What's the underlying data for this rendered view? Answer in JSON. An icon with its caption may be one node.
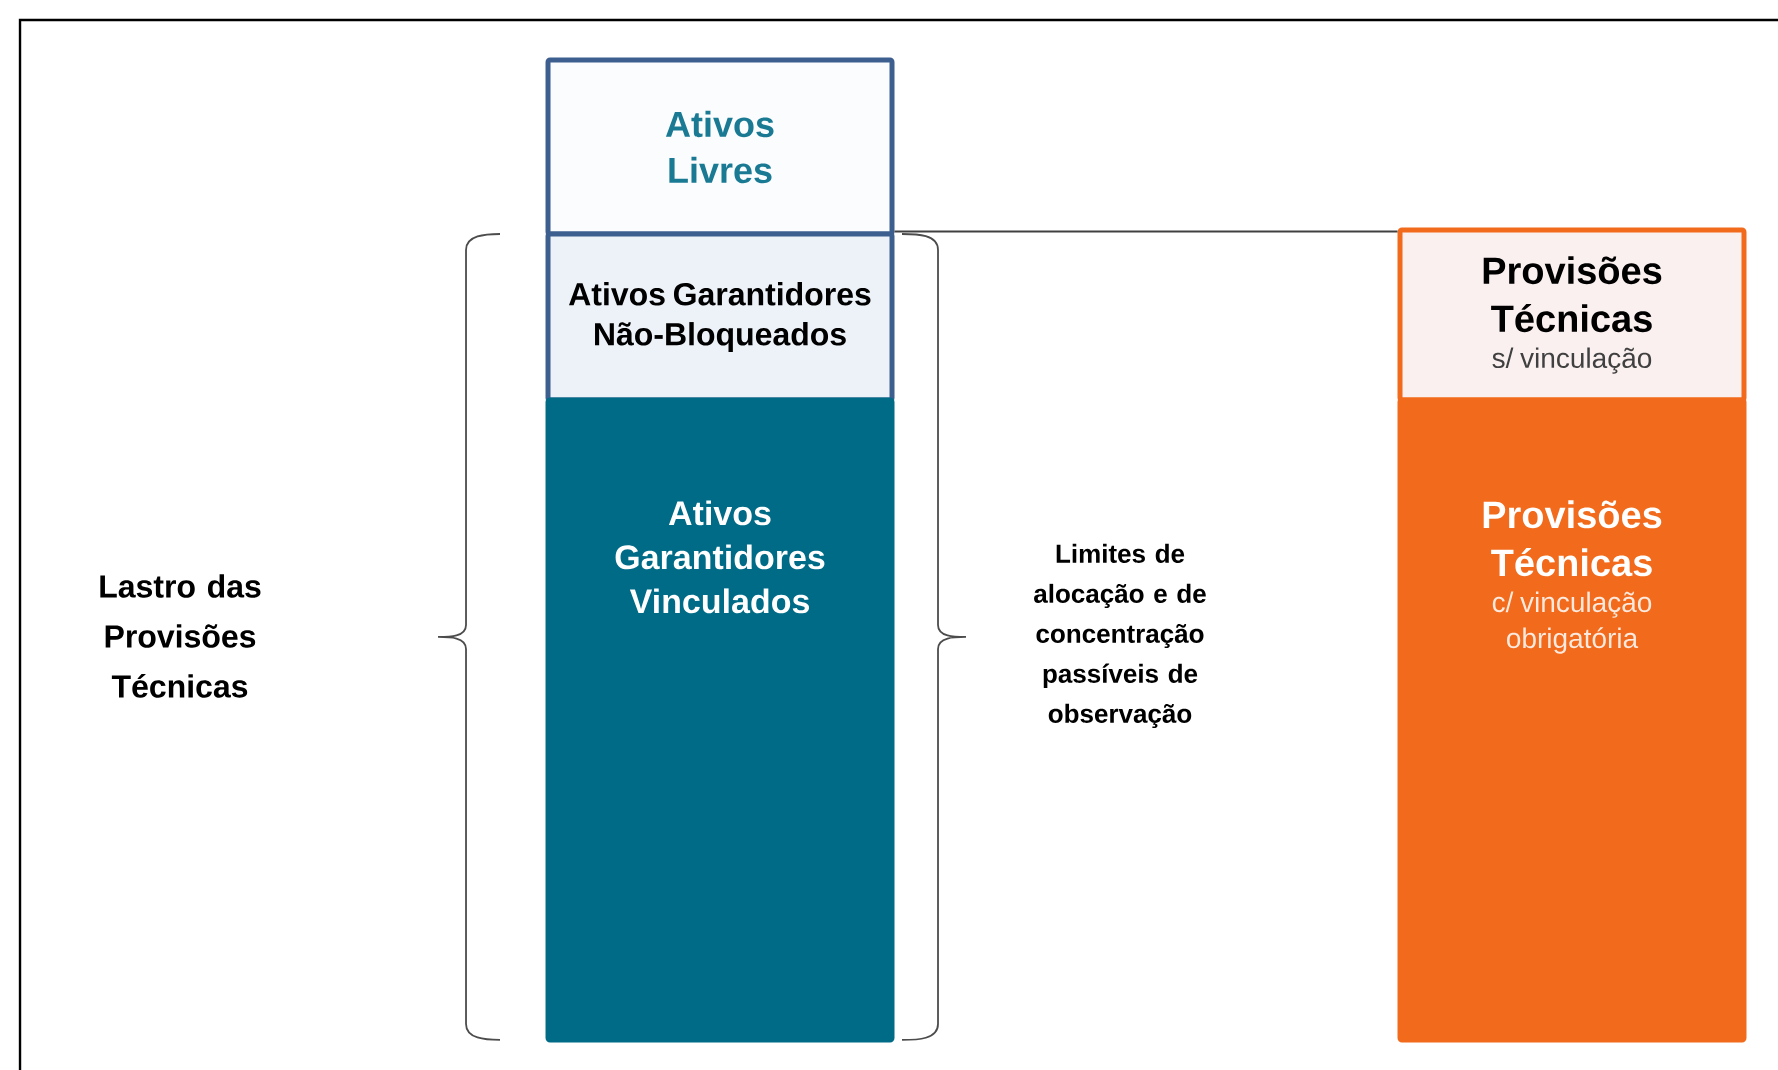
{
  "diagram": {
    "nodes": [
      {
        "text": [
          "Ativos Livres"
        ]
      },
      {
        "text": [
          "Ativos Garantidores Não-Bloqueados"
        ]
      },
      {
        "text": [
          "Ativos Garantidores Vinculados"
        ]
      },
      {
        "text": [
          "Provisões Técnicas",
          "s/ vinculação"
        ]
      },
      {
        "text": [
          "Provisões Técnicas",
          "c/ vinculação obrigatória"
        ]
      }
    ],
    "edges": [
      {
        "from": 1,
        "to": 3,
        "arrow": "none"
      }
    ],
    "labels": [
      "Lastro das Provisões Técnicas",
      "Limites de alocação e de concentração passíveis de observação"
    ]
  }
}
